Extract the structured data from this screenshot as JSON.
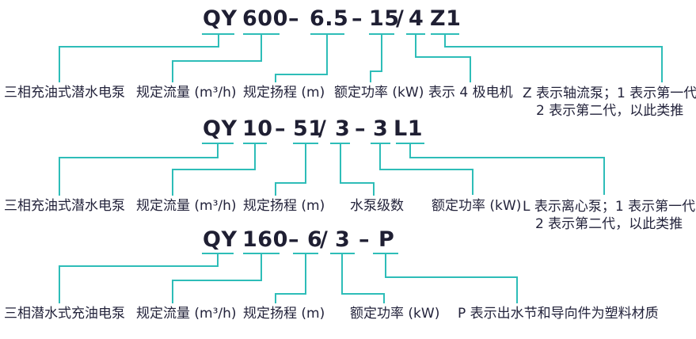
{
  "accent_color": "#2EBDB8",
  "text_color": "#23233B",
  "sections": [
    {
      "code_parts": [
        "QY",
        "600",
        "–",
        "6.5",
        "–",
        "15",
        "/",
        "4",
        "Z1"
      ],
      "labels": {
        "pump_type": "三相充油式潜水电泵",
        "flow": "规定流量 (m³/h)",
        "head": "规定扬程 (m)",
        "power": "额定功率 (kW)",
        "motor_poles": "表示 4 极电机",
        "suffix_line1": "Z 表示轴流泵；1 表示第一代",
        "suffix_line2": "2 表示第二代，以此类推"
      }
    },
    {
      "code_parts": [
        "QY",
        "10",
        "–",
        "51",
        "/",
        "3",
        "–",
        "3",
        "L1"
      ],
      "labels": {
        "pump_type": "三相充油式潜水电泵",
        "flow": "规定流量 (m³/h)",
        "head": "规定扬程 (m)",
        "stages": "水泵级数",
        "power": "额定功率 (kW)",
        "suffix_line1": "L 表示离心泵；1 表示第一代",
        "suffix_line2": "2 表示第二代，以此类推"
      }
    },
    {
      "code_parts": [
        "QY",
        "160",
        "–",
        "6",
        "/",
        "3",
        "–",
        "P"
      ],
      "labels": {
        "pump_type": "三相潜水式充油电泵",
        "flow": "规定流量 (m³/h)",
        "head": "规定扬程 (m)",
        "power": "额定功率 (kW)",
        "suffix": "P 表示出水节和导向件为塑料材质"
      }
    }
  ]
}
